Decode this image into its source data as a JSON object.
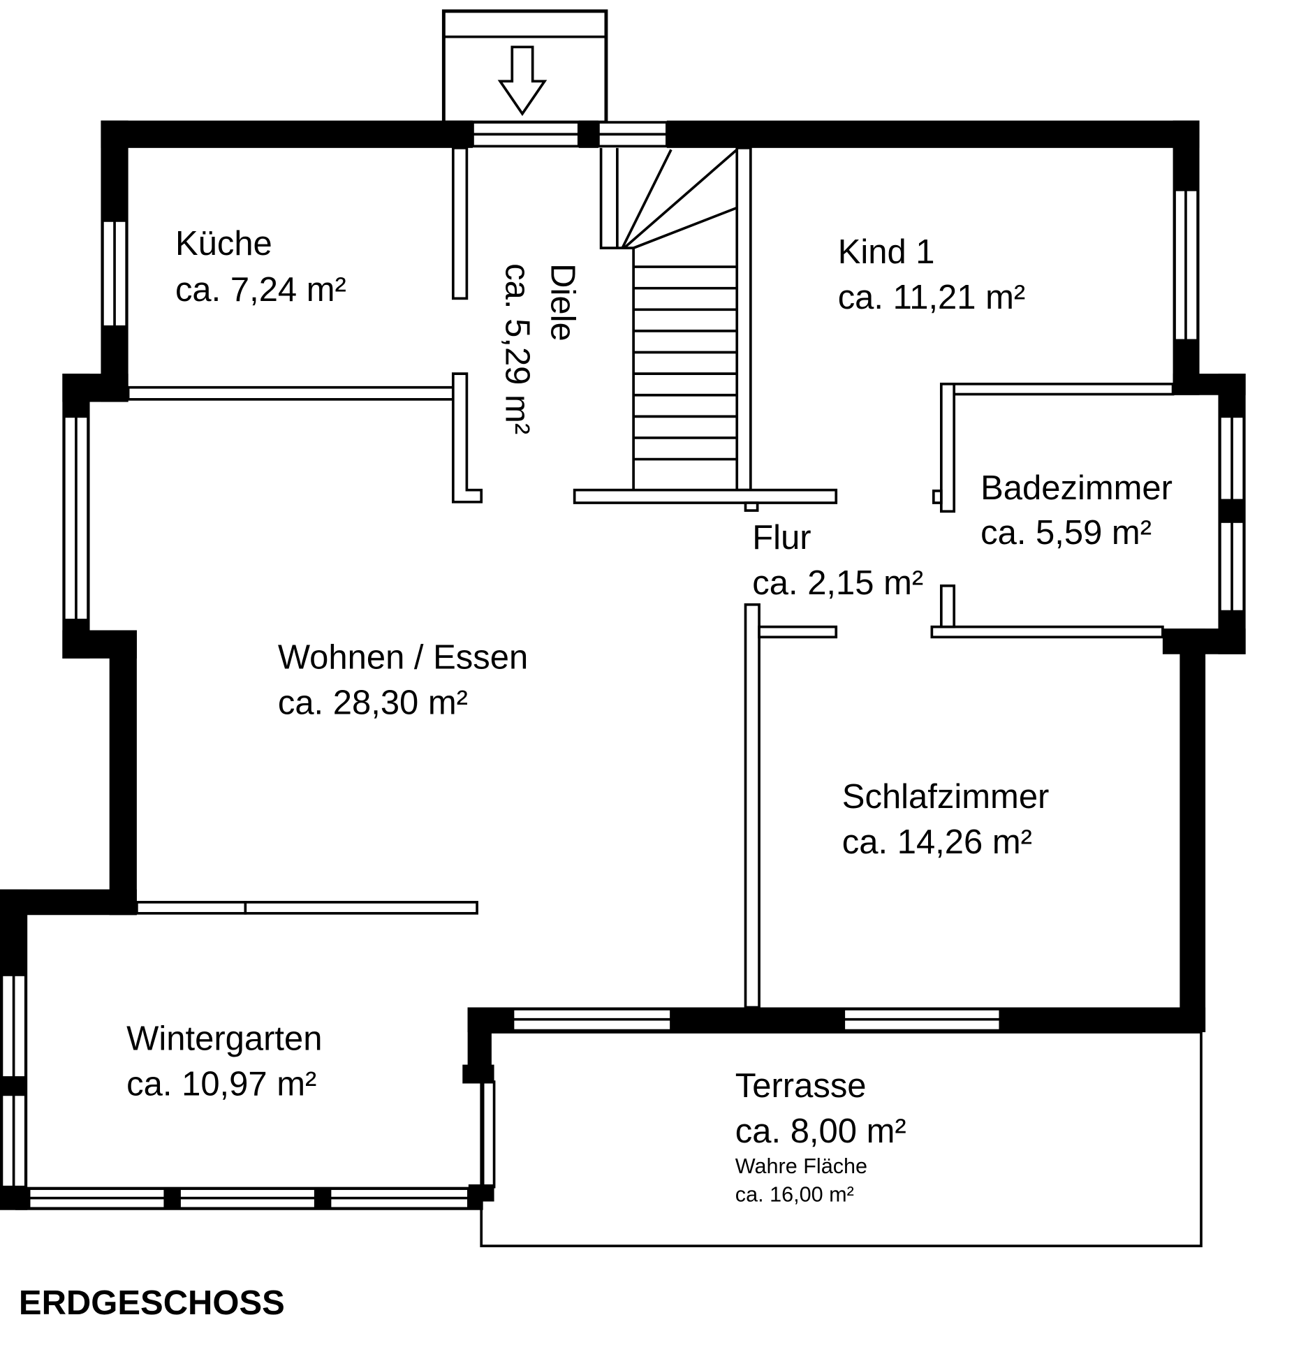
{
  "plan": {
    "title": "ERDGESCHOSS",
    "colors": {
      "wall": "#000000",
      "background": "#ffffff"
    },
    "rooms": [
      {
        "name": "Küche",
        "area": "ca. 7,24 m²"
      },
      {
        "name": "Diele",
        "area": "ca. 5,29 m²"
      },
      {
        "name": "Kind 1",
        "area": "ca. 11,21 m²"
      },
      {
        "name": "Badezimmer",
        "area": "ca. 5,59 m²"
      },
      {
        "name": "Flur",
        "area": "ca. 2,15 m²"
      },
      {
        "name": "Wohnen / Essen",
        "area": "ca. 28,30 m²"
      },
      {
        "name": "Schlafzimmer",
        "area": "ca. 14,26 m²"
      },
      {
        "name": "Wintergarten",
        "area": "ca. 10,97 m²"
      },
      {
        "name": "Terrasse",
        "area": "ca. 8,00 m²",
        "note": "Wahre Fläche",
        "note_area": "ca. 16,00 m²"
      }
    ],
    "entrance_icon": "arrow-down-icon"
  }
}
